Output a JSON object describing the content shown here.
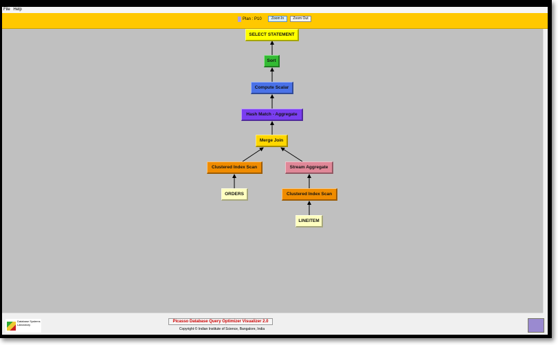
{
  "menu": [
    "File",
    "Help"
  ],
  "toolbar": {
    "plan_label": "Plan : P10",
    "zoom_in": "Zoom In",
    "zoom_out": "Zoom Out",
    "plan_color": "#a9a0e8"
  },
  "plan_tree": [
    {
      "label": "SELECT STATEMENT",
      "color": "#ffff00"
    },
    {
      "label": "Sort",
      "color": "#33bb33"
    },
    {
      "label": "Compute Scalar",
      "color": "#4a72e8"
    },
    {
      "label": "Hash Match - Aggregate",
      "color": "#7a3ef0"
    },
    {
      "label": "Merge Join",
      "color": "#ffd700"
    },
    {
      "label": "Clustered Index Scan",
      "color": "#f08c00"
    },
    {
      "label": "Stream Aggregate",
      "color": "#e08898"
    },
    {
      "label": "ORDERS",
      "color": "#ffffc0"
    },
    {
      "label": "Clustered Index Scan",
      "color": "#f08c00"
    },
    {
      "label": "LINEITEM",
      "color": "#ffffc0"
    }
  ],
  "footer": {
    "logo_text": "Database Systems Laboratory",
    "title": "Picasso Database Query Optimizer Visualizer 2.0",
    "copyright": "Copyright © Indian Institute of Science, Bangalore, India"
  }
}
